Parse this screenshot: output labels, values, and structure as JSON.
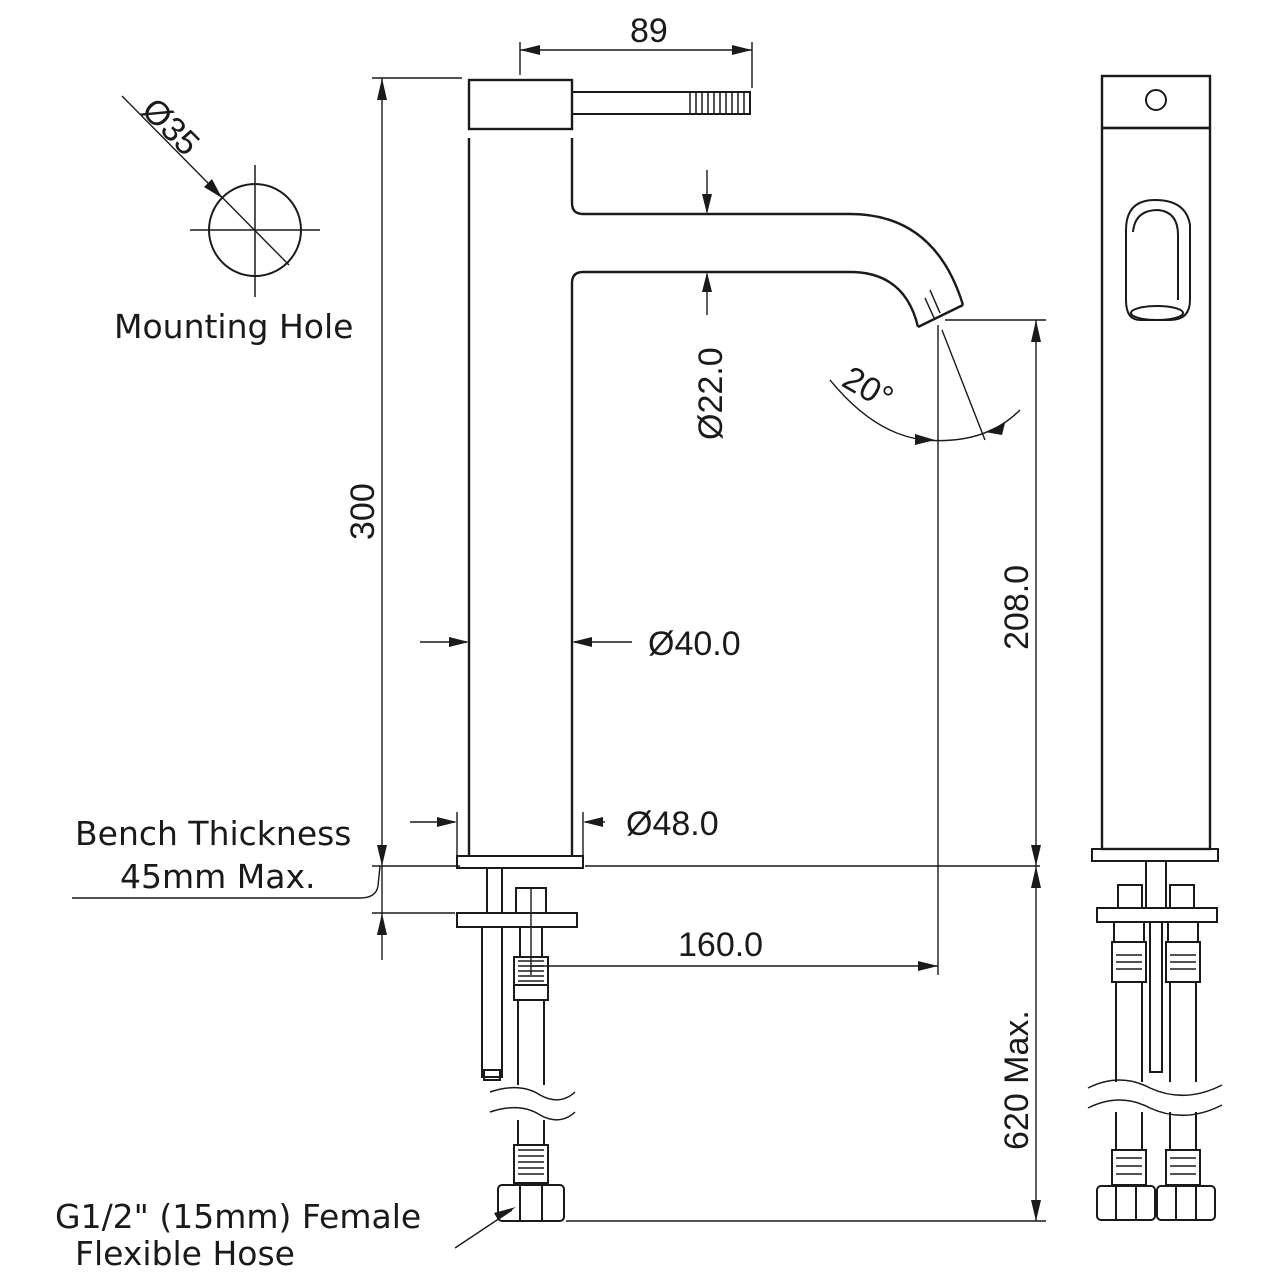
{
  "labels": {
    "mounting_hole": "Mounting Hole",
    "bench_line1": "Bench Thickness",
    "bench_line2": "45mm Max.",
    "hose_line1": "G1/2\" (15mm) Female",
    "hose_line2": "Flexible Hose"
  },
  "dimensions": {
    "hole_diameter": "Ø35",
    "handle_length": "89",
    "total_height": "300",
    "spout_diameter": "Ø22.0",
    "angle": "20°",
    "spout_height": "208.0",
    "body_diameter": "Ø40.0",
    "base_diameter": "Ø48.0",
    "reach": "160.0",
    "hose_length": "620 Max."
  }
}
